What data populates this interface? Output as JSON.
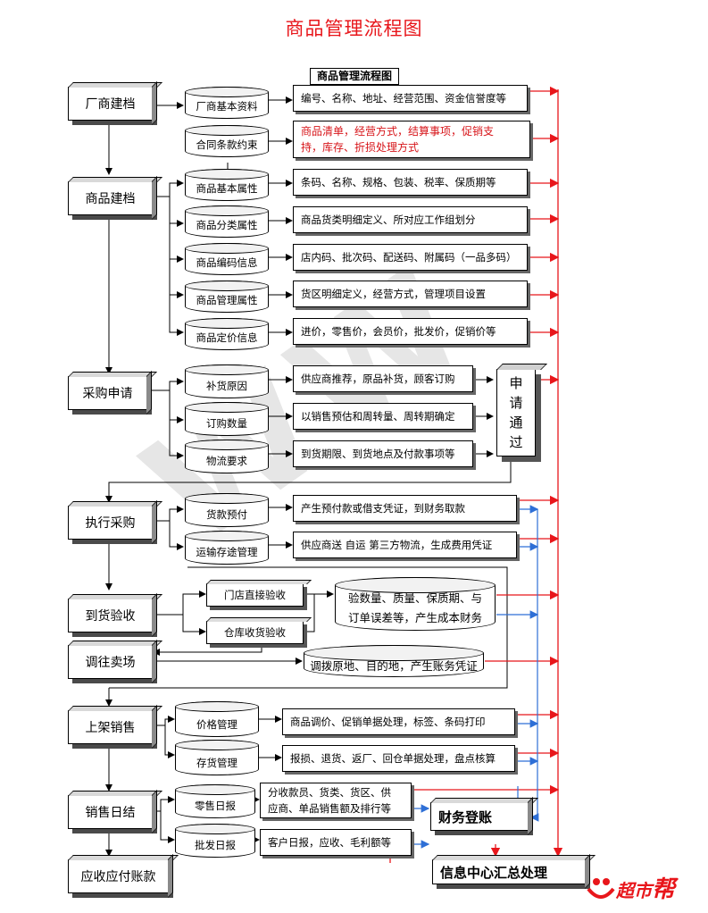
{
  "title": "商品管理流程图",
  "subtitle": "商品管理流程图",
  "steps": [
    "厂商建档",
    "商品建档",
    "采购申请",
    "执行采购",
    "到货验收",
    "调往卖场",
    "上架销售",
    "销售日结",
    "应收应付账款"
  ],
  "cylinders": [
    "厂商基本资料",
    "合同条款约束",
    "商品基本属性",
    "商品分类属性",
    "商品编码信息",
    "商品管理属性",
    "商品定价信息",
    "补货原因",
    "订购数量",
    "物流要求",
    "货款预付",
    "运输存途管理",
    "价格管理",
    "存货管理",
    "零售日报",
    "批发日报"
  ],
  "descriptions": {
    "d1": "编号、名称、地址、经营范围、资金信誉度等",
    "d2a": "商品清单，经营方式，结算事项，促销支",
    "d2b": "持，库存、折损处理方式",
    "d3": "条码、名称、规格、包装、税率、保质期等",
    "d4": "商品货类明细定义、所对应工作组划分",
    "d5": "店内码、批次码、配送码、附属码（一品多码）",
    "d6": "货区明细定义，经营方式，管理项目设置",
    "d7": "进价，零售价，会员价，批发价，促销价等",
    "d8": "供应商推荐，原品补货，顾客订购",
    "d9": "以销售预估和周转量、周转期确定",
    "d10": "到货期限、到货地点及付款事项等",
    "d11": "产生预付款或借支凭证，到财务取款",
    "d12": "供应商送 自运 第三方物流，生成费用凭证",
    "d13": "调拨原地、目的地，产生账务凭证",
    "d14": "商品调价、促销单据处理，标签、条码打印",
    "d15": "报损、退货、返厂、回仓单据处理，盘点核算",
    "d16a": "分收款员、货类、货区、供",
    "d16b": "应商、单品销售额及排行等",
    "d17": "客户日报，应收、毛利额等"
  },
  "receiving": {
    "store": "门店直接验收",
    "warehouse": "仓库收货验收",
    "check_a": "验数量、质量、保质期、与",
    "check_b": "订单误差等，产生成本财务"
  },
  "approval": [
    "申",
    "请",
    "通",
    "过"
  ],
  "finance": "财务登账",
  "info_center": "信息中心汇总处理",
  "logo": {
    "text_a": "超市",
    "text_b": "帮"
  },
  "colors": {
    "title": "#e8161b",
    "red_arrow": "#e8161b",
    "blue_arrow": "#2e6fd6"
  }
}
